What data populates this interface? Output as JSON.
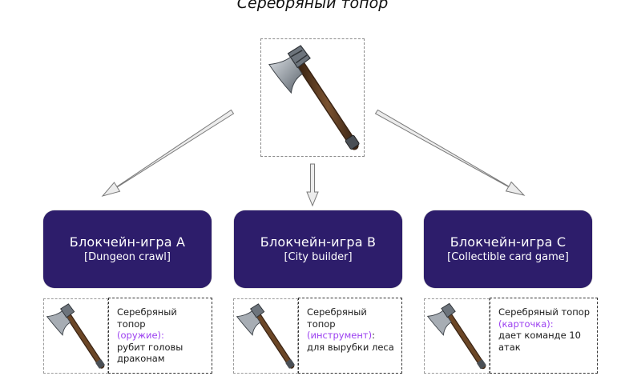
{
  "title": "Серебряный топор",
  "item_image": "silver-axe",
  "games": [
    {
      "name": "Блокчейн-игра A",
      "genre": "[Dungeon crawl]",
      "item_name": "Серебряный топор",
      "role": "(оружие):",
      "role_suffix": "",
      "description": "рубит головы драконам"
    },
    {
      "name": "Блокчейн-игра B",
      "genre": "[City builder]",
      "item_name": "Серебряный топор",
      "role": "(инструмент)",
      "role_suffix": ":",
      "description": "для вырубки леса"
    },
    {
      "name": "Блокчейн-игра C",
      "genre": "[Collectible card game]",
      "item_name": "Серебряный топор",
      "role": "(карточка):",
      "role_suffix": "",
      "description": "дает команде 10 атак"
    }
  ],
  "colors": {
    "game_box": "#2d1d6b",
    "role_text": "#9b3ff0",
    "arrow_fill": "#ececec",
    "arrow_stroke": "#7a7a7a"
  }
}
